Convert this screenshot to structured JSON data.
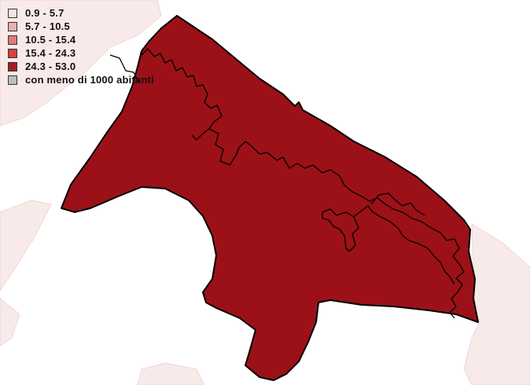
{
  "legend": {
    "items": [
      {
        "label": "0.9 - 5.7",
        "color": "#f6e4e4"
      },
      {
        "label": "5.7 - 10.5",
        "color": "#ebb0b0"
      },
      {
        "label": "10.5 - 15.4",
        "color": "#e27a7a"
      },
      {
        "label": "15.4 - 24.3",
        "color": "#d94040"
      },
      {
        "label": "24.3 - 53.0",
        "color": "#a51c22"
      },
      {
        "label": "con meno di 1000 abitanti",
        "color": "#bdbdbd"
      }
    ]
  },
  "map": {
    "region_fill": "#9b1117",
    "background_fill": "#f9eaea"
  }
}
